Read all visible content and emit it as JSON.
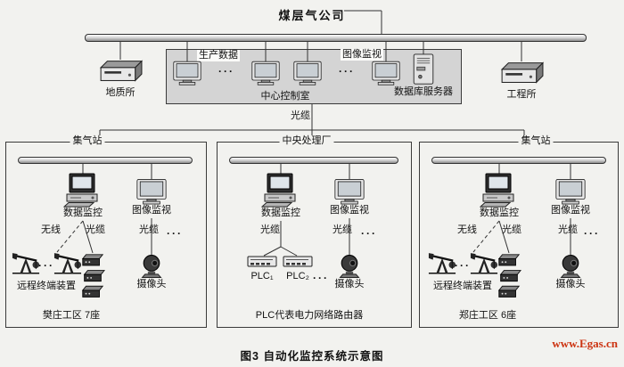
{
  "page": {
    "title": "煤层气公司",
    "caption": "图3  自动化监控系统示意图",
    "watermark": "www.Egas.cn"
  },
  "backbone": {
    "left_site_label": "地质所",
    "right_site_label": "工程所",
    "downlink_label": "光缆"
  },
  "control_room": {
    "label": "中心控制室",
    "production_data_label": "生产数据",
    "image_monitor_label": "图像监视",
    "db_server_label": "数据库服务器",
    "dots": "···"
  },
  "stations": [
    {
      "name": "集气站",
      "data_monitor_label": "数据监控",
      "image_monitor_label": "图像监视",
      "wireless_label": "无线",
      "cable_label": "光缆",
      "camera_cable_label": "光缆",
      "rtu_label": "远程终端装置",
      "camera_label": "摄像头",
      "footer": "樊庄工区 7座",
      "dots": "···"
    },
    {
      "name": "中央处理厂",
      "data_monitor_label": "数据监控",
      "image_monitor_label": "图像监视",
      "cable_label": "光缆",
      "camera_cable_label": "光缆",
      "plc1_label": "PLC₁",
      "plc2_label": "PLC₂",
      "camera_label": "摄像头",
      "footer": "PLC代表电力网络路由器",
      "dots": "···"
    },
    {
      "name": "集气站",
      "data_monitor_label": "数据监控",
      "image_monitor_label": "图像监视",
      "wireless_label": "无线",
      "cable_label": "光缆",
      "camera_cable_label": "光缆",
      "rtu_label": "远程终端装置",
      "camera_label": "摄像头",
      "footer": "郑庄工区 6座",
      "dots": "···"
    }
  ]
}
